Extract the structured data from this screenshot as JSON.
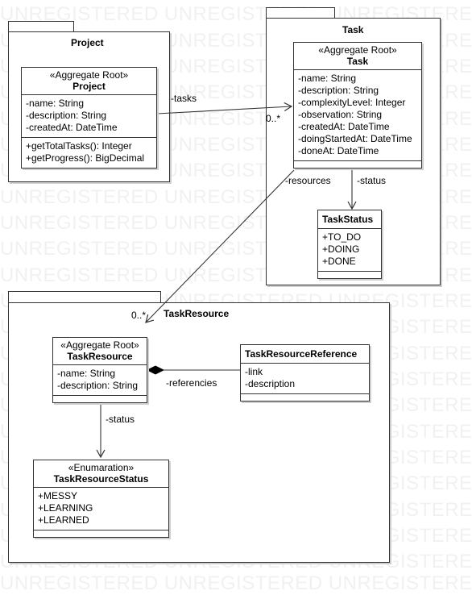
{
  "watermark": "UNREGISTERED UNREGISTERED UNREGISTERED",
  "packages": {
    "project": {
      "title": "Project"
    },
    "task": {
      "title": "Task"
    },
    "taskresource": {
      "title": "TaskResource"
    }
  },
  "classes": {
    "project": {
      "stereotype": "«Aggregate Root»",
      "name": "Project",
      "attributes": [
        "-name: String",
        "-description: String",
        "-createdAt: DateTime"
      ],
      "operations": [
        "+getTotalTasks(): Integer",
        "+getProgress(): BigDecimal"
      ]
    },
    "task": {
      "stereotype": "«Aggregate Root»",
      "name": "Task",
      "attributes": [
        "-name: String",
        "-description: String",
        "-complexityLevel: Integer",
        "-observation: String",
        "-createdAt: DateTime",
        "-doingStartedAt: DateTime",
        "-doneAt: DateTime"
      ]
    },
    "taskstatus": {
      "name": "TaskStatus",
      "literals": [
        "+TO_DO",
        "+DOING",
        "+DONE"
      ]
    },
    "taskresource": {
      "stereotype": "«Aggregate Root»",
      "name": "TaskResource",
      "attributes": [
        "-name: String",
        "-description: String"
      ]
    },
    "taskresourcereference": {
      "name": "TaskResourceReference",
      "attributes": [
        "-link",
        "-description"
      ]
    },
    "taskresourcestatus": {
      "stereotype": "«Enumaration»",
      "name": "TaskResourceStatus",
      "literals": [
        "+MESSY",
        "+LEARNING",
        "+LEARNED"
      ]
    }
  },
  "edges": {
    "project_tasks": {
      "label": "-tasks",
      "multiplicity": "0..*"
    },
    "task_status": {
      "label": "-status"
    },
    "task_resources": {
      "label": "-resources",
      "multiplicity": "0..*"
    },
    "resource_referencies": {
      "label": "-referencies"
    },
    "resource_status": {
      "label": "-status"
    }
  }
}
